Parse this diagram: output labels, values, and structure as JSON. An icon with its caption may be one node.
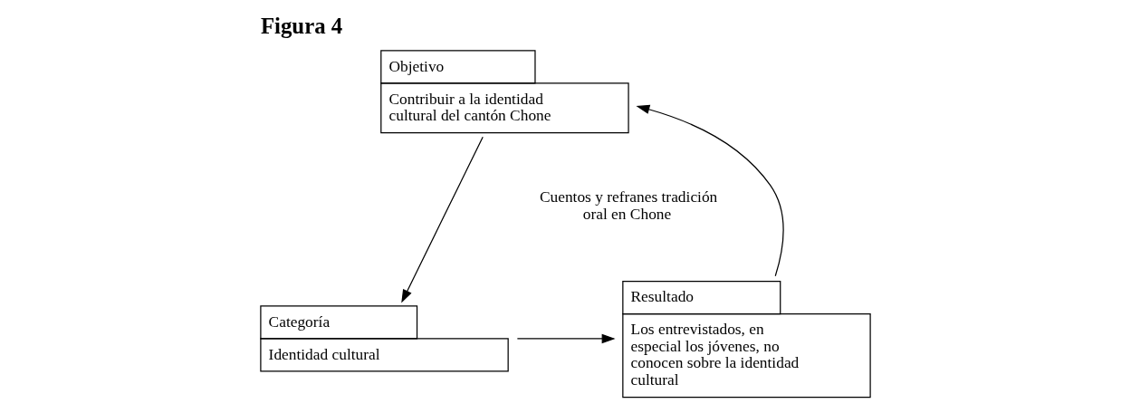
{
  "diagram": {
    "title": "Figura 4",
    "nodes": [
      {
        "text": [
          "Objetivo",
          "Contribuir a la identidad cultural del cantón Chone"
        ]
      },
      {
        "text": [
          "Categoría",
          "Identidad cultural"
        ]
      },
      {
        "text": [
          "Resultado",
          "Los entrevistados, en especial los jóvenes, no conocen sobre la identidad cultural"
        ]
      }
    ],
    "edges": [
      {
        "from": 0,
        "to": 1,
        "arrow": "to"
      },
      {
        "from": 1,
        "to": 2,
        "arrow": "to"
      },
      {
        "from": 2,
        "to": 0,
        "arrow": "to"
      }
    ],
    "labels": [
      "Cuentos y refranes tradición oral en Chone"
    ]
  }
}
